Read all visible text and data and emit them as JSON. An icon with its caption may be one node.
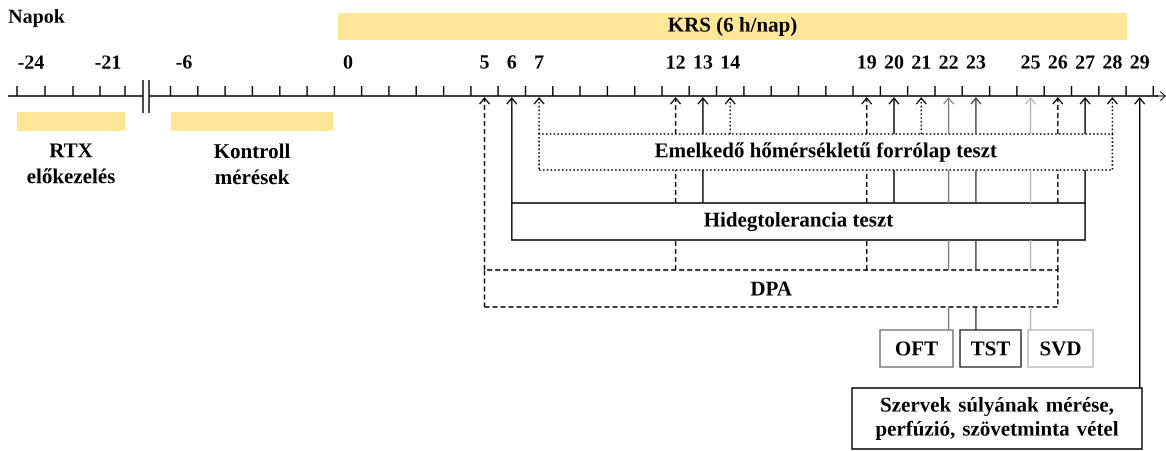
{
  "diagram": {
    "nodes": [
      {
        "text": [
          "KRS (6 h/nap)"
        ]
      },
      {
        "text": [
          "RTX előkezelés"
        ]
      },
      {
        "text": [
          "Kontroll mérések"
        ]
      },
      {
        "text": [
          "Emelkedő hőmérsékletű forrólap teszt"
        ]
      },
      {
        "text": [
          "Hidegtolerancia teszt"
        ]
      },
      {
        "text": [
          "DPA"
        ]
      },
      {
        "text": [
          "OFT"
        ]
      },
      {
        "text": [
          "TST"
        ]
      },
      {
        "text": [
          "SVD"
        ]
      },
      {
        "text": [
          "Szervek súlyának mérése, perfúzió, szövetminta vétel"
        ]
      }
    ],
    "edges": [
      {
        "from": 5,
        "to": null,
        "arrow": "to",
        "style": "dashed"
      },
      {
        "from": 4,
        "to": null,
        "arrow": "to"
      },
      {
        "from": 3,
        "to": null,
        "arrow": "to",
        "style": "dashed"
      },
      {
        "from": 5,
        "to": null,
        "arrow": "to",
        "style": "dashed"
      },
      {
        "from": 4,
        "to": null,
        "arrow": "to"
      },
      {
        "from": 3,
        "to": null,
        "arrow": "to",
        "style": "dashed"
      },
      {
        "from": 5,
        "to": null,
        "arrow": "to",
        "style": "dashed"
      },
      {
        "from": 4,
        "to": null,
        "arrow": "to"
      },
      {
        "from": 3,
        "to": null,
        "arrow": "to",
        "style": "dashed"
      },
      {
        "from": 6,
        "to": null,
        "arrow": "to",
        "color": "#808080"
      },
      {
        "from": 7,
        "to": null,
        "arrow": "to",
        "color": "#404040"
      },
      {
        "from": 8,
        "to": null,
        "arrow": "to",
        "color": "#b4b4b4"
      },
      {
        "from": 5,
        "to": null,
        "arrow": "to",
        "style": "dashed"
      },
      {
        "from": 4,
        "to": null,
        "arrow": "to"
      },
      {
        "from": 3,
        "to": null,
        "arrow": "to",
        "style": "dashed"
      },
      {
        "from": 9,
        "to": null,
        "arrow": "to"
      }
    ],
    "labels": [
      "Napok",
      "-24",
      "-21",
      "-6",
      "0",
      "5",
      "6",
      "7",
      "12",
      "13",
      "14",
      "19",
      "20",
      "21",
      "22",
      "23",
      "25",
      "26",
      "27",
      "28",
      "29"
    ]
  }
}
